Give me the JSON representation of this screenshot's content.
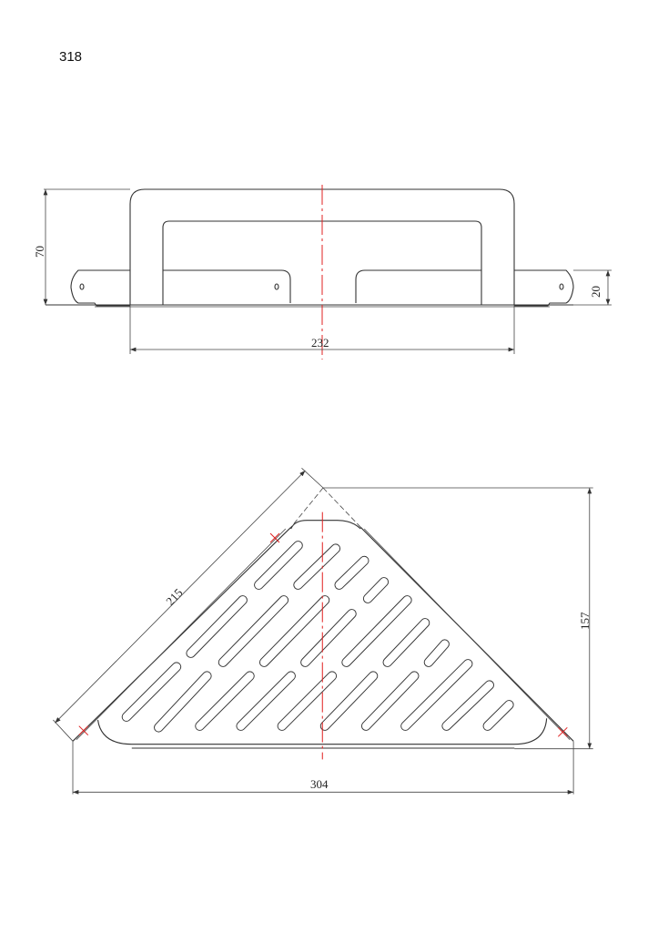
{
  "page_number": "318",
  "front_view": {
    "height_dim": "70",
    "tab_height_dim": "20",
    "width_dim": "232",
    "centerline_color": "#e02020"
  },
  "top_view": {
    "edge_dim": "215",
    "depth_dim": "157",
    "width_dim": "304",
    "centerline_color": "#e02020"
  }
}
